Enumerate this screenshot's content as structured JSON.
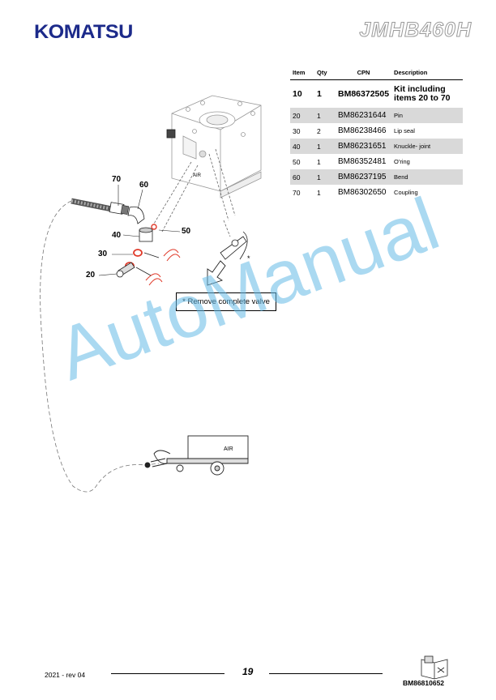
{
  "header": {
    "brand": "KOMATSU",
    "model": "JMHB460H"
  },
  "table": {
    "headers": [
      "Item",
      "Qty",
      "CPN",
      "Description"
    ],
    "rows": [
      {
        "item": "10",
        "qty": "1",
        "cpn": "BM86372505",
        "description": "Kit including items 20 to 70"
      },
      {
        "item": "20",
        "qty": "1",
        "cpn": "BM86231644",
        "description": "Pin"
      },
      {
        "item": "30",
        "qty": "2",
        "cpn": "BM86238466",
        "description": "Lip seal"
      },
      {
        "item": "40",
        "qty": "1",
        "cpn": "BM86231651",
        "description": "Knuckle- joint"
      },
      {
        "item": "50",
        "qty": "1",
        "cpn": "BM86352481",
        "description": "O'ring"
      },
      {
        "item": "60",
        "qty": "1",
        "cpn": "BM86237195",
        "description": "Bend"
      },
      {
        "item": "70",
        "qty": "1",
        "cpn": "BM86302650",
        "description": "Coupling"
      }
    ]
  },
  "diagram": {
    "callouts": [
      "70",
      "60",
      "50",
      "40",
      "30",
      "20"
    ],
    "air_label_valve": "AIR",
    "air_label_compressor": "AIR",
    "star": "*",
    "remove_note": "* Remove complete valve"
  },
  "watermark": "AutoManual",
  "footer": {
    "year_rev": "2021 -  rev 04",
    "page": "19",
    "doc_number": "BM86810652"
  },
  "colors": {
    "brand": "#1c2a8a",
    "watermark": "#64b9e6",
    "seal_red": "#e03a2a"
  }
}
